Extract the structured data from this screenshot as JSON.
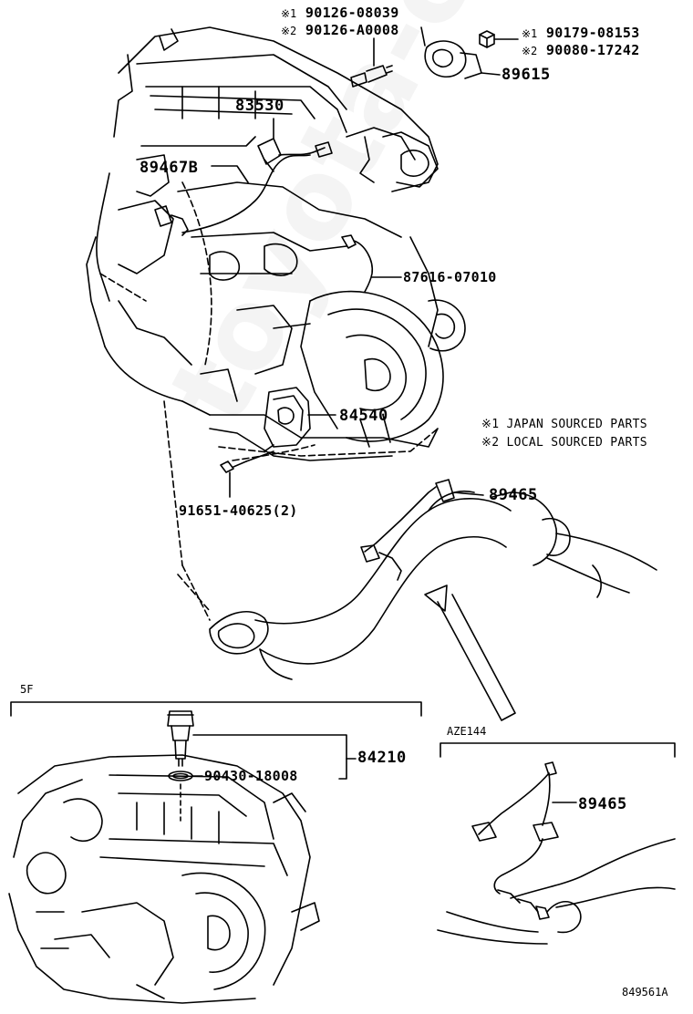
{
  "callouts": {
    "p90126": {
      "mark1": "※1",
      "num1": "90126-08039",
      "mark2": "※2",
      "num2": "90126-A0008"
    },
    "p90179": {
      "mark1": "※1",
      "num1": "90179-08153",
      "mark2": "※2",
      "num2": "90080-17242"
    },
    "p89615": "89615",
    "p83530": "83530",
    "p89467B": "89467B",
    "p87616": "87616-07010",
    "p84540": "84540",
    "p91651": "91651-40625(2)",
    "p89465_top": "89465",
    "p84210": "84210",
    "p90430": "90430-18008",
    "p89465_bottom": "89465"
  },
  "notes": {
    "note1": {
      "mark": "※1",
      "text": "JAPAN SOURCED PARTS"
    },
    "note2": {
      "mark": "※2",
      "text": "LOCAL SOURCED PARTS"
    }
  },
  "sections": {
    "transmission": "5F",
    "variant": "AZE144"
  },
  "figure_id": "849561A",
  "watermark": "toyota-carinfo.ru"
}
